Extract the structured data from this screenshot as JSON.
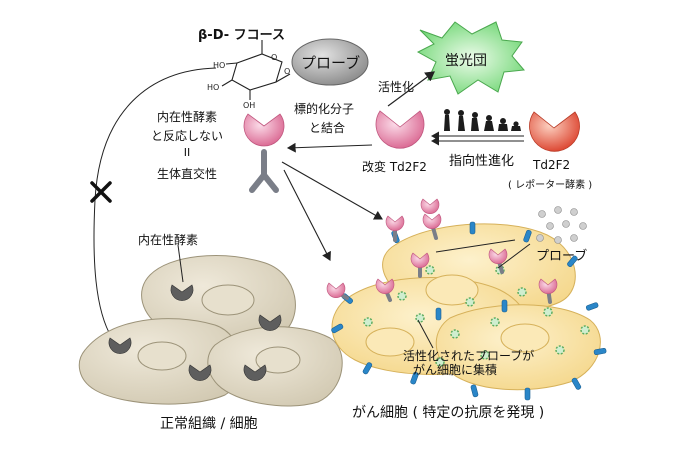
{
  "labels": {
    "sugar": "β-D- フコース",
    "probe_top": "プローブ",
    "fluor": "蛍光団",
    "activate": "活性化",
    "target_binding_1": "標的化分子",
    "target_binding_2": "と結合",
    "endo_1": "内在性酵素",
    "endo_2": "と反応しない",
    "endo_eq": "II",
    "endo_3": "生体直交性",
    "modified": "改変 Td2F2",
    "directed": "指向性進化",
    "wild": "Td2F2",
    "reporter": "( レポーター酵素 )",
    "endo_normal": "内在性酵素",
    "probe_right": "プローブ",
    "accum_1": "活性化されたプローブが",
    "accum_2": "がん細胞に集積",
    "normal": "正常組織 / 細胞",
    "cancer": "がん細胞 ( 特定の抗原を発現 )"
  },
  "colors": {
    "probe": "#9a9a9a",
    "fluor": "#86e08a",
    "enzyme_pink": "#e07aa6",
    "enzyme_red": "#e4503a",
    "normal_cell": "#ddd5c2",
    "cancer_cell": "#f7dd96",
    "antigen": "#2a86c8",
    "antibody": "#7a7e88"
  },
  "icons": [
    "cross-icon",
    "evolution-silhouettes-icon",
    "antibody-icon",
    "fucose-structure-icon"
  ]
}
